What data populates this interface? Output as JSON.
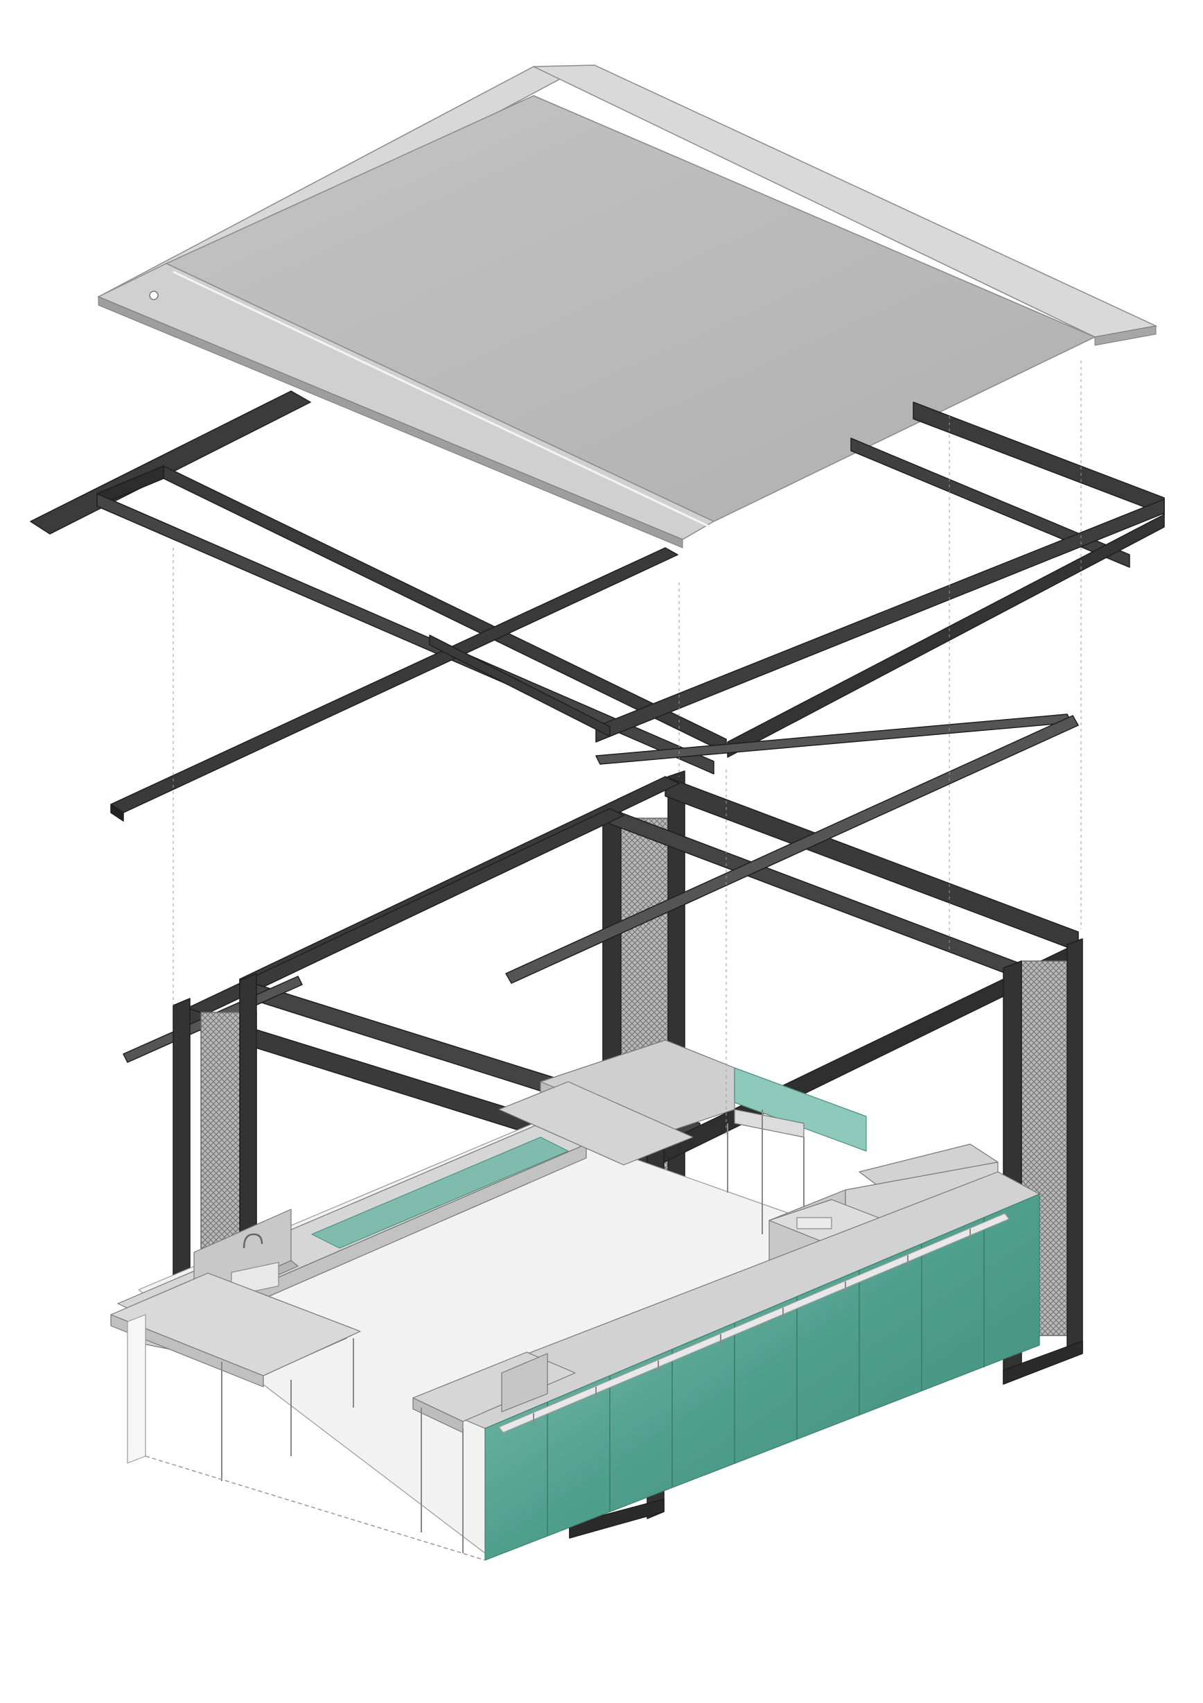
{
  "diagram": {
    "type": "exploded-axonometric",
    "background": "#ffffff",
    "colors": {
      "roof_top": "#b9b9b9",
      "roof_light": "#d3d3d3",
      "roof_edge": "#8c8c8c",
      "steel": "#3a3a3a",
      "steel_side": "#242424",
      "steel_highlight": "#5a5a5a",
      "mesh": "#8f8f8f",
      "counter": "#d4d4d4",
      "counter_side": "#c2c2c2",
      "floor": "#f0f0f0",
      "glass_teal": "#4e9e8c",
      "glass_teal_light": "#7fbcae",
      "line": "#6a6a6a"
    },
    "layers": [
      {
        "name": "roof-panel",
        "icon": "roof-sheet-icon"
      },
      {
        "name": "roof-frame",
        "icon": "steel-frame-icon"
      },
      {
        "name": "pavilion-structure",
        "icon": "column-frame-icon"
      },
      {
        "name": "kiosk-interior",
        "icon": "counter-icon"
      }
    ]
  }
}
